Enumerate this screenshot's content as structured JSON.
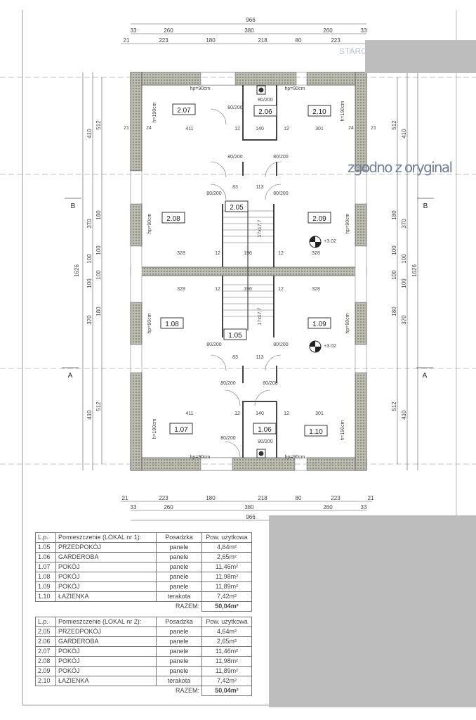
{
  "plan": {
    "rooms": [
      "2.07",
      "2.06",
      "2.10",
      "2.08",
      "2.05",
      "2.09",
      "1.08",
      "1.05",
      "1.09",
      "1.07",
      "1.06",
      "1.10"
    ],
    "dims_top": {
      "overall": "966",
      "row2": [
        "33",
        "260",
        "380",
        "260",
        "33"
      ],
      "row3": [
        "21",
        "223",
        "180",
        "218",
        "80",
        "223"
      ]
    },
    "dims_bottom": {
      "row1": [
        "21",
        "223",
        "180",
        "218",
        "80",
        "223",
        "21"
      ],
      "row2": [
        "33",
        "260",
        "380",
        "260",
        "33"
      ],
      "overall": "966"
    },
    "dims_left": {
      "overall": "1626",
      "col1": [
        "410",
        "370",
        "100",
        "100",
        "370",
        "410"
      ],
      "col2": [
        "512",
        "180",
        "100",
        "100",
        "180",
        "512"
      ]
    },
    "dims_right": {
      "overall": "1626",
      "col1": [
        "512",
        "180",
        "100",
        "100",
        "180",
        "512"
      ],
      "col2": [
        "410",
        "370",
        "100",
        "100",
        "370",
        "410"
      ]
    },
    "inner_labels": [
      "hp=90cm",
      "hp=90cm",
      "h=190cm",
      "h=190cm",
      "hp=90cm",
      "hp=90cm",
      "hp=90cm",
      "hp=90cm",
      "h=190cm",
      "h=190cm",
      "hp=90cm",
      "hp=90cm",
      "411",
      "12",
      "140",
      "12",
      "301",
      "328",
      "12",
      "196",
      "12",
      "328",
      "328",
      "12",
      "196",
      "12",
      "328",
      "411",
      "12",
      "140",
      "12",
      "301",
      "83",
      "113",
      "83",
      "113",
      "+3.02",
      "+3.02",
      "17x17,7",
      "17x17,7",
      "24",
      "24",
      "21",
      "21"
    ],
    "doors": [
      "80/200",
      "80/200",
      "80/200",
      "80/200",
      "80/200",
      "80/200",
      "80/200",
      "80/200",
      "80/200",
      "80/200",
      "80/200",
      "80/200"
    ],
    "section_marks": [
      "B",
      "B",
      "A",
      "A"
    ],
    "stamp_text": "zgodno z oryginal",
    "header_fragment": "STARO"
  },
  "tables": [
    {
      "headers": [
        "L.p.",
        "Pomieszczenie (LOKAL nr 1):",
        "Posadzka",
        "Pow. użytkowa"
      ],
      "rows": [
        [
          "1.05",
          "PRZEDPOKÓJ",
          "panele",
          "4,64m²"
        ],
        [
          "1.06",
          "GARDEROBA",
          "panele",
          "2,65m²"
        ],
        [
          "1.07",
          "POKÓJ",
          "panele",
          "11,46m²"
        ],
        [
          "1.08",
          "POKÓJ",
          "panele",
          "11,98m²"
        ],
        [
          "1.09",
          "POKÓJ",
          "panele",
          "11,89m²"
        ],
        [
          "1.10",
          "ŁAZIENKA",
          "terakota",
          "7,42m²"
        ]
      ],
      "total_label": "RAZEM:",
      "total_value": "50,04m²"
    },
    {
      "headers": [
        "L.p.",
        "Pomieszczenie (LOKAL nr 2):",
        "Posadzka",
        "Pow. użytkowa"
      ],
      "rows": [
        [
          "2.05",
          "PRZEDPOKÓJ",
          "panele",
          "4,64m²"
        ],
        [
          "2.06",
          "GARDEROBA",
          "panele",
          "2,65m²"
        ],
        [
          "2.07",
          "POKÓJ",
          "panele",
          "11,46m²"
        ],
        [
          "2.08",
          "POKÓJ",
          "panele",
          "11,98m²"
        ],
        [
          "2.09",
          "POKÓJ",
          "panele",
          "11,89m²"
        ],
        [
          "2.10",
          "ŁAZIENKA",
          "terakota",
          "7,42m²"
        ]
      ],
      "total_label": "RAZEM:",
      "total_value": "50,04m²"
    }
  ]
}
